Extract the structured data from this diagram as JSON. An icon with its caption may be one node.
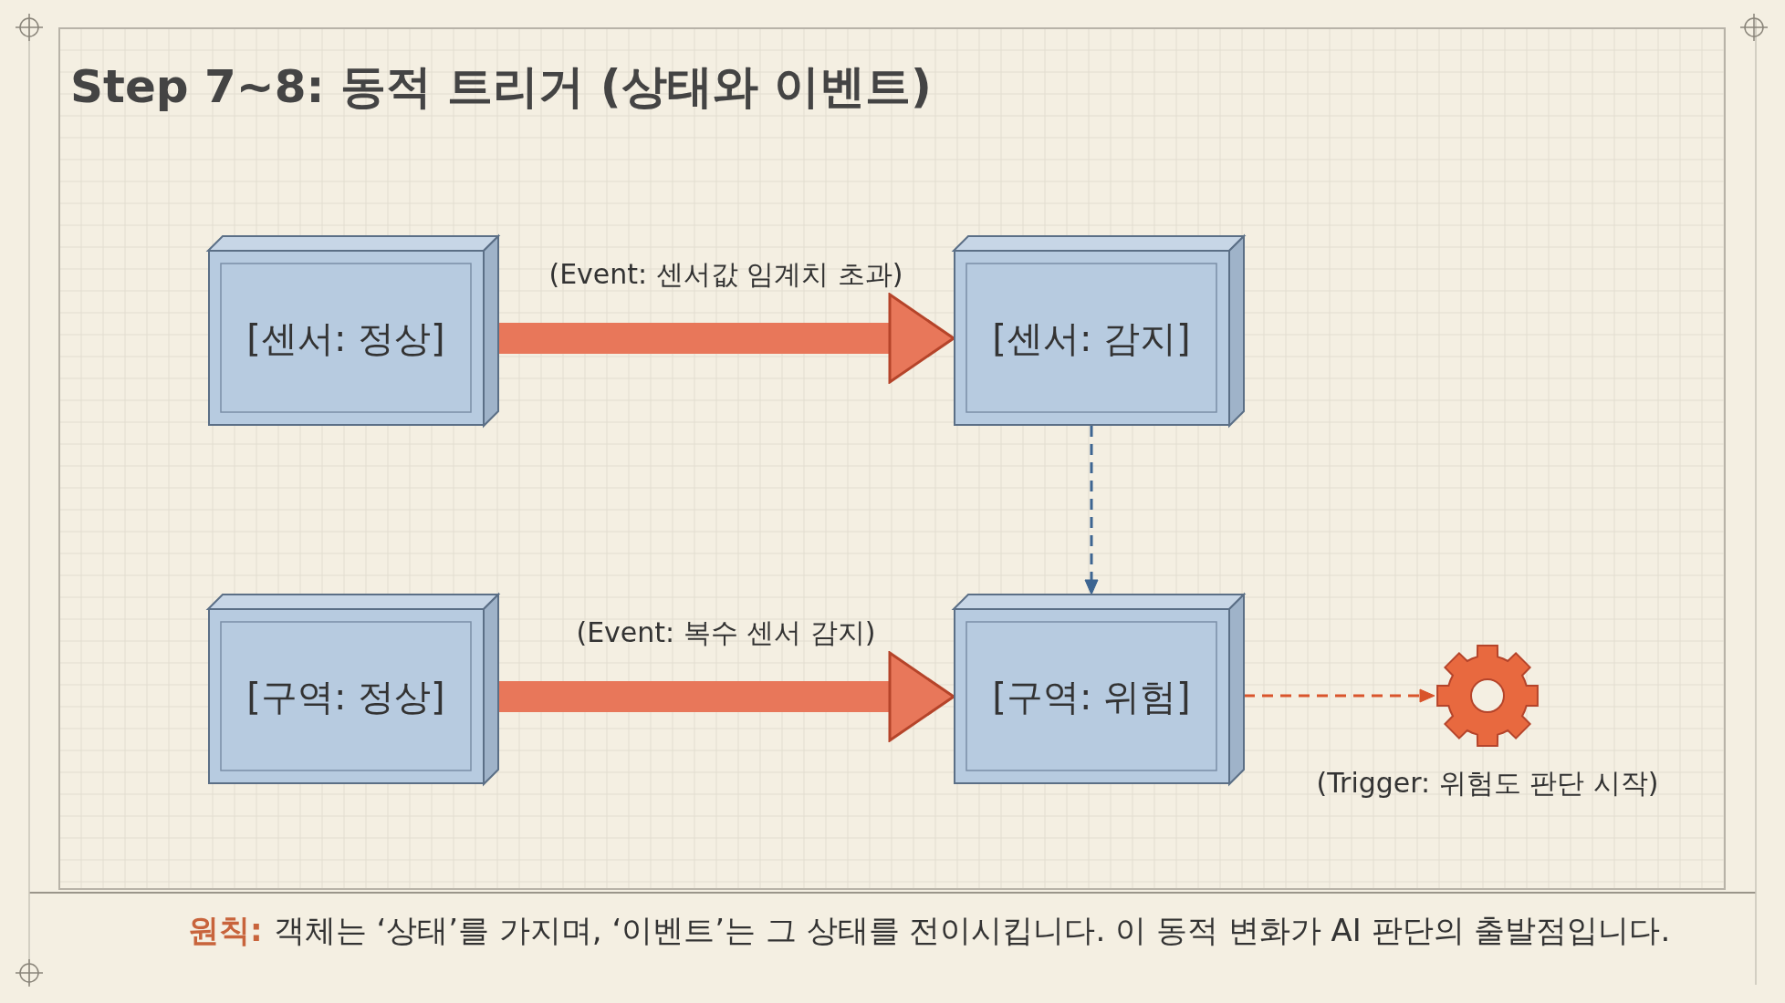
{
  "diagram": {
    "title": "Step 7~8: 동적 트리거 (상태와 이벤트)",
    "nodes": [
      {
        "text": [
          "[센서: 정상]"
        ]
      },
      {
        "text": [
          "[센서: 감지]"
        ]
      },
      {
        "text": [
          "[구역: 정상]"
        ]
      },
      {
        "text": [
          "[구역: 위험]"
        ]
      },
      {
        "text": [],
        "shape": "gear",
        "beside": [
          "(Trigger: 위험도 판단 시작)"
        ]
      }
    ],
    "edges": [
      {
        "from": 0,
        "to": 1,
        "arrow": "to",
        "label": "(Event: 센서값 임계치 초과)",
        "style": "thick",
        "color": "#e8775a"
      },
      {
        "from": 1,
        "to": 3,
        "arrow": "to",
        "style": "dashed",
        "color": "#3d6591"
      },
      {
        "from": 2,
        "to": 3,
        "arrow": "to",
        "label": "(Event: 복수 센서 감지)",
        "style": "thick",
        "color": "#e8775a"
      },
      {
        "from": 3,
        "to": 4,
        "arrow": "to",
        "style": "dashed",
        "color": "#d9542b"
      }
    ],
    "labels": [
      "원칙:",
      "객체는 ‘상태’를 가지며, ‘이벤트’는 그 상태를 전이시킵니다. 이 동적 변화가 AI 판단의 출발점입니다."
    ]
  }
}
